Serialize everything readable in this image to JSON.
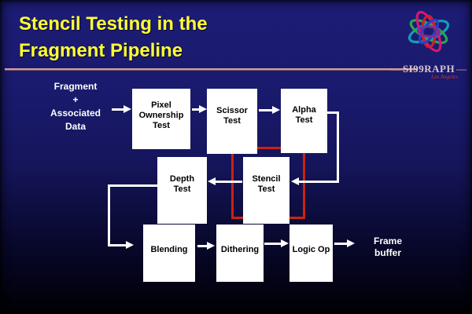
{
  "slide": {
    "title": "Stencil Testing in the\nFragment Pipeline"
  },
  "logo": {
    "wordmark": "SI99RAPH",
    "city": "Los Angeles",
    "left_dash": "—",
    "right_dash": "—"
  },
  "diagram": {
    "source_label": "Fragment\n+\nAssociated\nData",
    "sink_label": "Frame\nbuffer",
    "boxes": [
      {
        "id": "pixel-ownership-test",
        "label": "Pixel\nOwnership\nTest",
        "highlighted": false
      },
      {
        "id": "scissor-test",
        "label": "Scissor\nTest",
        "highlighted": false
      },
      {
        "id": "alpha-test",
        "label": "Alpha\nTest",
        "highlighted": false
      },
      {
        "id": "depth-test",
        "label": "Depth\nTest",
        "highlighted": false
      },
      {
        "id": "stencil-test",
        "label": "Stencil\nTest",
        "highlighted": true
      },
      {
        "id": "blending",
        "label": "Blending",
        "highlighted": false
      },
      {
        "id": "dithering",
        "label": "Dithering",
        "highlighted": false
      },
      {
        "id": "logic-op",
        "label": "Logic Op",
        "highlighted": false
      }
    ],
    "edges": [
      "Fragment + Associated Data -> Pixel Ownership Test",
      "Pixel Ownership Test -> Scissor Test",
      "Scissor Test -> Alpha Test",
      "Alpha Test -> Stencil Test",
      "Stencil Test -> Depth Test",
      "Depth Test -> Blending",
      "Blending -> Dithering",
      "Dithering -> Logic Op",
      "Logic Op -> Frame buffer"
    ]
  },
  "colors": {
    "background_top": "#1c1c75",
    "background_bottom": "#000004",
    "title_text": "#ffff33",
    "separator": "#cfa0a4",
    "box_background": "#ffffff",
    "box_text": "#000000",
    "highlight_border": "#cc2211",
    "arrow": "#ffffff",
    "logo_wordmark": "#ddc6ca",
    "logo_city": "#c23b2a"
  }
}
